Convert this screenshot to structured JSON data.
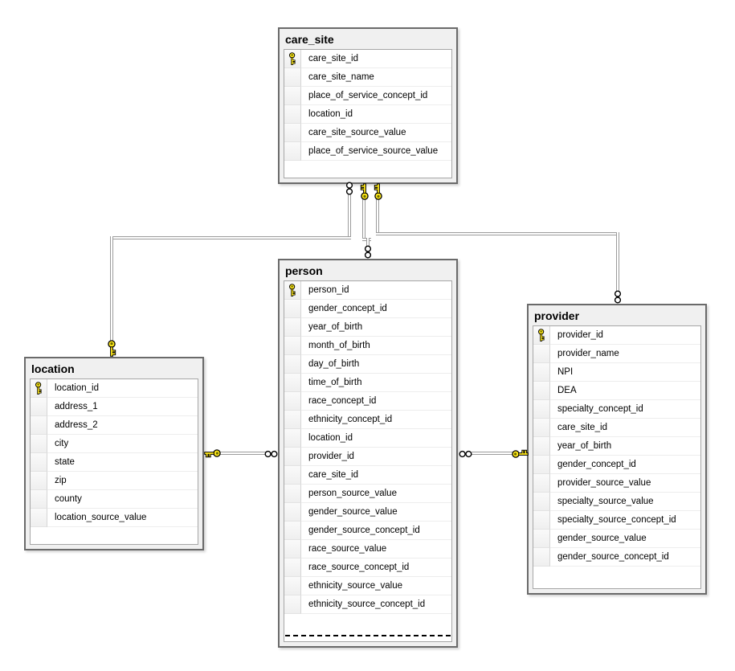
{
  "diagram": {
    "tables": [
      {
        "name": "care_site",
        "truncated": false,
        "columns": [
          {
            "name": "care_site_id",
            "pk": true
          },
          {
            "name": "care_site_name",
            "pk": false
          },
          {
            "name": "place_of_service_concept_id",
            "pk": false
          },
          {
            "name": "location_id",
            "pk": false
          },
          {
            "name": "care_site_source_value",
            "pk": false
          },
          {
            "name": "place_of_service_source_value",
            "pk": false
          }
        ]
      },
      {
        "name": "person",
        "truncated": true,
        "columns": [
          {
            "name": "person_id",
            "pk": true
          },
          {
            "name": "gender_concept_id",
            "pk": false
          },
          {
            "name": "year_of_birth",
            "pk": false
          },
          {
            "name": "month_of_birth",
            "pk": false
          },
          {
            "name": "day_of_birth",
            "pk": false
          },
          {
            "name": "time_of_birth",
            "pk": false
          },
          {
            "name": "race_concept_id",
            "pk": false
          },
          {
            "name": "ethnicity_concept_id",
            "pk": false
          },
          {
            "name": "location_id",
            "pk": false
          },
          {
            "name": "provider_id",
            "pk": false
          },
          {
            "name": "care_site_id",
            "pk": false
          },
          {
            "name": "person_source_value",
            "pk": false
          },
          {
            "name": "gender_source_value",
            "pk": false
          },
          {
            "name": "gender_source_concept_id",
            "pk": false
          },
          {
            "name": "race_source_value",
            "pk": false
          },
          {
            "name": "race_source_concept_id",
            "pk": false
          },
          {
            "name": "ethnicity_source_value",
            "pk": false
          },
          {
            "name": "ethnicity_source_concept_id",
            "pk": false
          }
        ]
      },
      {
        "name": "location",
        "truncated": false,
        "columns": [
          {
            "name": "location_id",
            "pk": true
          },
          {
            "name": "address_1",
            "pk": false
          },
          {
            "name": "address_2",
            "pk": false
          },
          {
            "name": "city",
            "pk": false
          },
          {
            "name": "state",
            "pk": false
          },
          {
            "name": "zip",
            "pk": false
          },
          {
            "name": "county",
            "pk": false
          },
          {
            "name": "location_source_value",
            "pk": false
          }
        ]
      },
      {
        "name": "provider",
        "truncated": false,
        "columns": [
          {
            "name": "provider_id",
            "pk": true
          },
          {
            "name": "provider_name",
            "pk": false
          },
          {
            "name": "NPI",
            "pk": false
          },
          {
            "name": "DEA",
            "pk": false
          },
          {
            "name": "specialty_concept_id",
            "pk": false
          },
          {
            "name": "care_site_id",
            "pk": false
          },
          {
            "name": "year_of_birth",
            "pk": false
          },
          {
            "name": "gender_concept_id",
            "pk": false
          },
          {
            "name": "provider_source_value",
            "pk": false
          },
          {
            "name": "specialty_source_value",
            "pk": false
          },
          {
            "name": "specialty_source_concept_id",
            "pk": false
          },
          {
            "name": "gender_source_value",
            "pk": false
          },
          {
            "name": "gender_source_concept_id",
            "pk": false
          }
        ]
      }
    ],
    "relationships": [
      {
        "many_table": "care_site",
        "one_table": "location",
        "many_icon": "infinity-icon",
        "one_icon": "key-icon"
      },
      {
        "many_table": "person",
        "one_table": "care_site",
        "many_icon": "infinity-icon",
        "one_icon": "key-icon"
      },
      {
        "many_table": "provider",
        "one_table": "care_site",
        "many_icon": "infinity-icon",
        "one_icon": "key-icon"
      },
      {
        "many_table": "person",
        "one_table": "location",
        "many_icon": "infinity-icon",
        "one_icon": "key-icon"
      },
      {
        "many_table": "person",
        "one_table": "provider",
        "many_icon": "infinity-icon",
        "one_icon": "key-icon"
      }
    ],
    "icons": {
      "primary_key": "key-icon",
      "one_end": "key-icon",
      "many_end": "infinity-icon"
    },
    "colors": {
      "canvas": "#FFFFFF",
      "table_bg": "#F0F0F0",
      "table_border": "#6A6A6A",
      "grid_border": "#A6A6A6",
      "connector": "#9B9B9B",
      "key_yellow": "#FFE81A",
      "text": "#000000"
    }
  }
}
